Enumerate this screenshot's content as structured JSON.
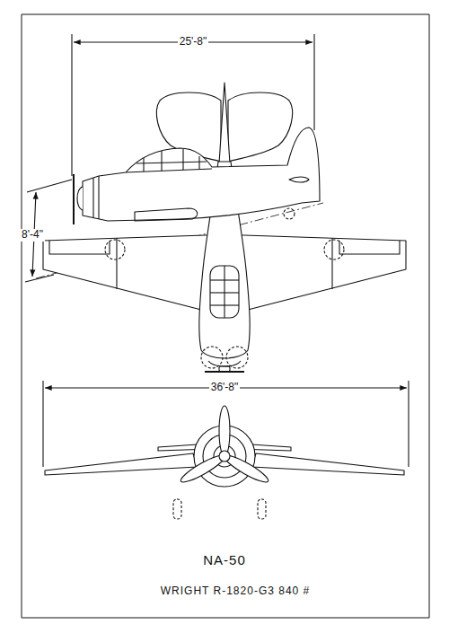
{
  "diagram": {
    "title": "NA-50",
    "labels": [
      "25'-8\"",
      "8'-4\"",
      "36'-8\"",
      "WRIGHT R-1820-G3 840 #"
    ]
  }
}
